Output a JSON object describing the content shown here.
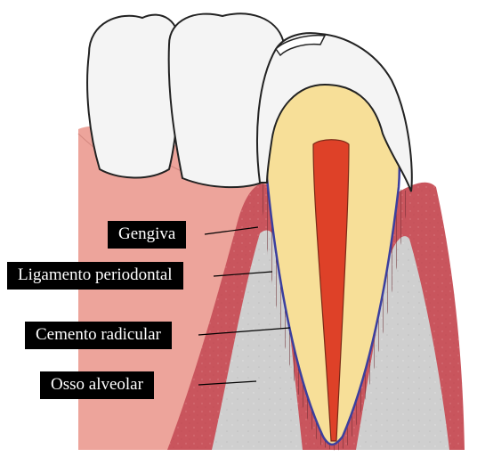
{
  "diagram": {
    "labels": {
      "gum": "Gengiva",
      "periodontal_ligament": "Ligamento periodontal",
      "root_cementum": "Cemento radicular",
      "alveolar_bone": "Osso alveolar"
    },
    "colors": {
      "gum_back": "#eda49b",
      "gum_front": "#c9555d",
      "bone": "#cfcfcf",
      "enamel": "#f4f4f4",
      "dentin": "#f7df98",
      "pulp": "#de4128",
      "cementum_line": "#3b3f9e",
      "label_bg": "#000000",
      "label_text": "#ffffff"
    }
  }
}
